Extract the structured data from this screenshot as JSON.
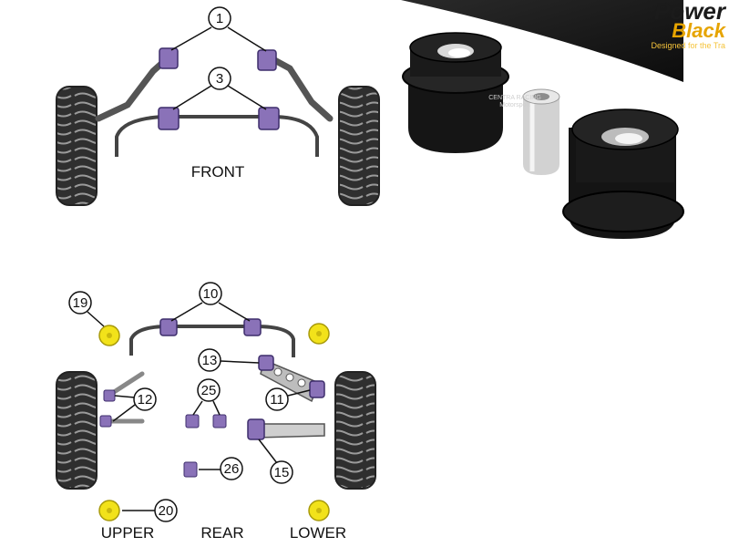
{
  "diagram": {
    "front_label": "FRONT",
    "upper_label": "UPPER",
    "rear_label": "REAR",
    "lower_label": "LOWER",
    "callouts": [
      "1",
      "3",
      "10",
      "11",
      "12",
      "13",
      "15",
      "19",
      "20",
      "25",
      "26"
    ]
  },
  "photo": {
    "brand_title": "Power",
    "brand_sub": "Black",
    "brand_tagline": "Designed for the Tra",
    "watermark_line1": "CENTRA RACING",
    "watermark_line2": "Motorsport"
  },
  "colors": {
    "bush_purple": "#8a72b8",
    "tyre_dark": "#3a3a3a",
    "yellow_mount": "#f2e21a",
    "brand_gold": "#e6a400"
  }
}
